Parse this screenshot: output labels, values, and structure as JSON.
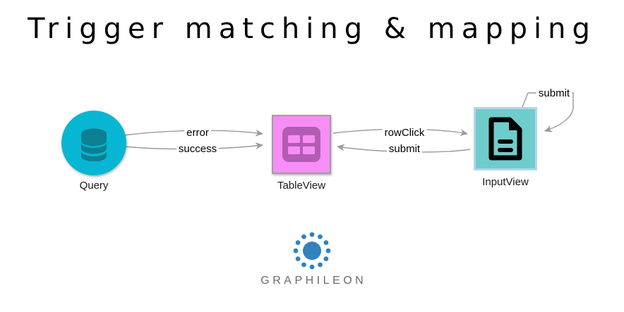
{
  "title": "Trigger matching & mapping",
  "nodes": [
    {
      "id": "query",
      "label": "Query",
      "icon": "database-icon",
      "shape": "circle",
      "fill": "#07b6d2",
      "icon_color": "#0d7f92"
    },
    {
      "id": "tableview",
      "label": "TableView",
      "icon": "table-grid-icon",
      "shape": "square",
      "fill": "#f78df7",
      "border": "#9e9e9e",
      "icon_color": "#b35cb3"
    },
    {
      "id": "inputview",
      "label": "InputView",
      "icon": "document-icon",
      "shape": "square",
      "fill": "#6ecdcb",
      "border": "#b4d4ee",
      "icon_color": "#000000"
    }
  ],
  "edges": [
    {
      "id": "error",
      "label": "error",
      "from": "query",
      "to": "tableview"
    },
    {
      "id": "success",
      "label": "success",
      "from": "query",
      "to": "tableview"
    },
    {
      "id": "rowclick",
      "label": "rowClick",
      "from": "tableview",
      "to": "inputview"
    },
    {
      "id": "submit",
      "label": "submit",
      "from": "inputview",
      "to": "tableview"
    },
    {
      "id": "selfsubmit",
      "label": "submit",
      "from": "inputview",
      "to": "inputview"
    }
  ],
  "logo": {
    "name": "graphileon-logo",
    "text": "GRAPHILEON",
    "color": "#3182bd",
    "text_color": "#6b6b6b"
  }
}
